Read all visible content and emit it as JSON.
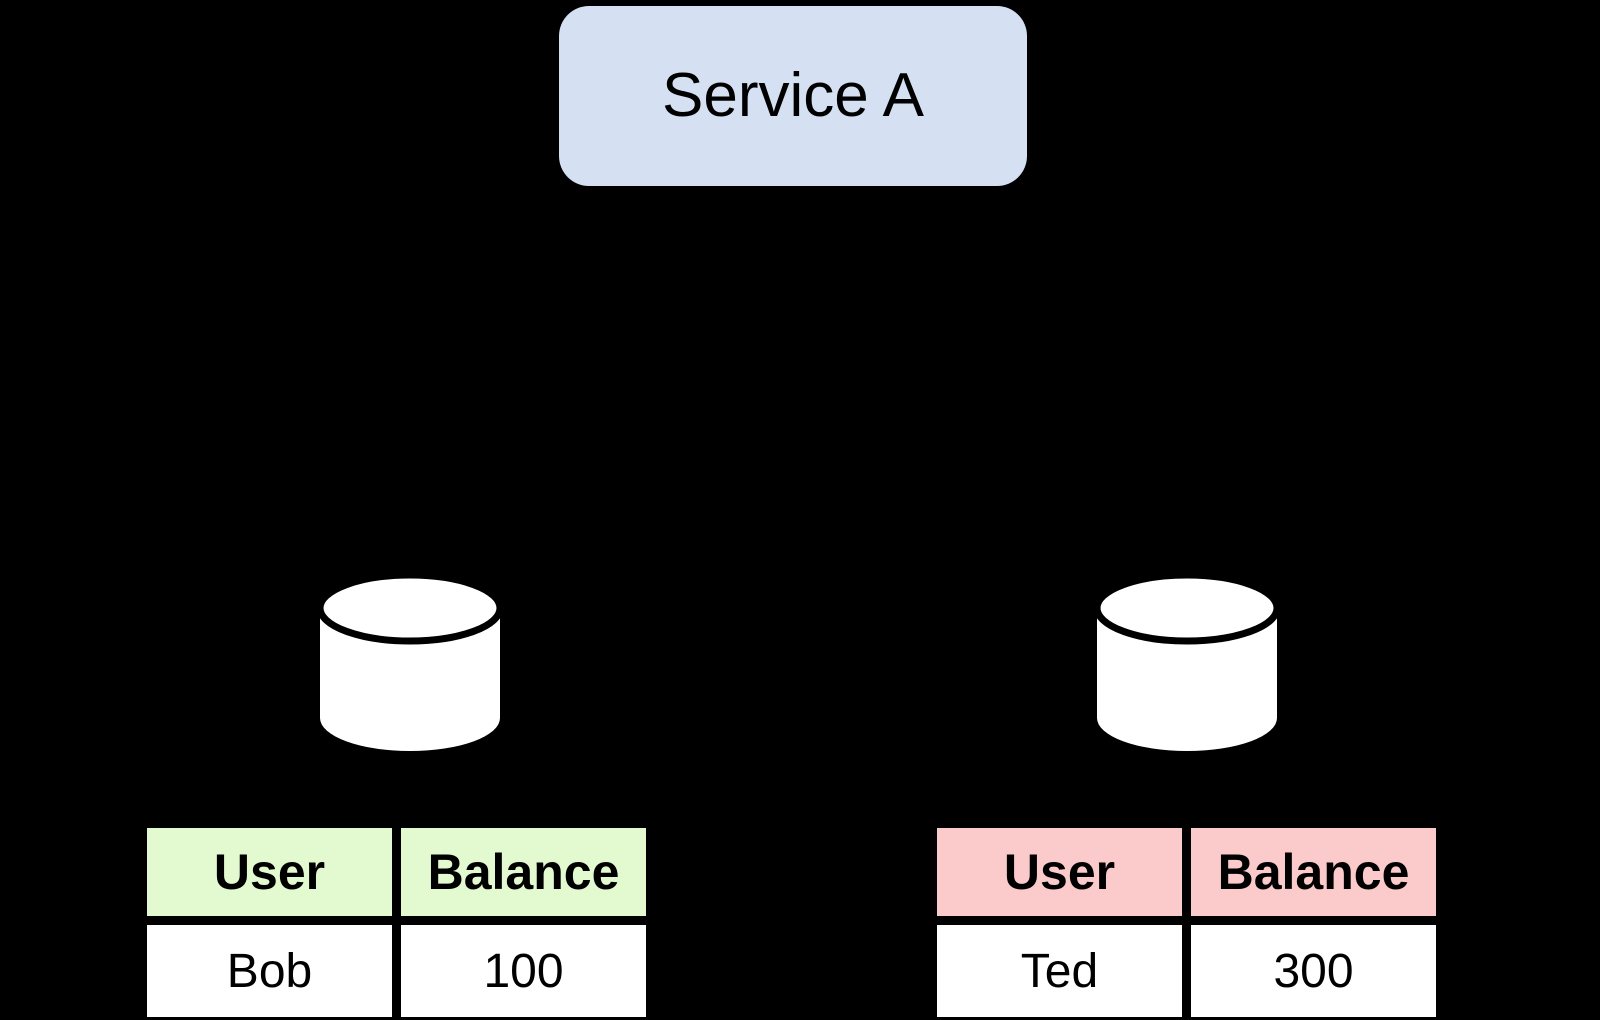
{
  "service": {
    "label": "Service A",
    "fill": "#d5e0f3"
  },
  "left_db": {
    "icon": "database-cylinder",
    "table": {
      "header_fill": "#e3fad1",
      "headers": [
        "User",
        "Balance"
      ],
      "rows": [
        [
          "Bob",
          "100"
        ]
      ]
    }
  },
  "right_db": {
    "icon": "database-cylinder",
    "table": {
      "header_fill": "#fbcaca",
      "headers": [
        "User",
        "Balance"
      ],
      "rows": [
        [
          "Ted",
          "300"
        ]
      ]
    }
  },
  "colors": {
    "background": "#000000",
    "cylinder_fill": "#ffffff",
    "border": "#000000",
    "text": "#000000"
  }
}
